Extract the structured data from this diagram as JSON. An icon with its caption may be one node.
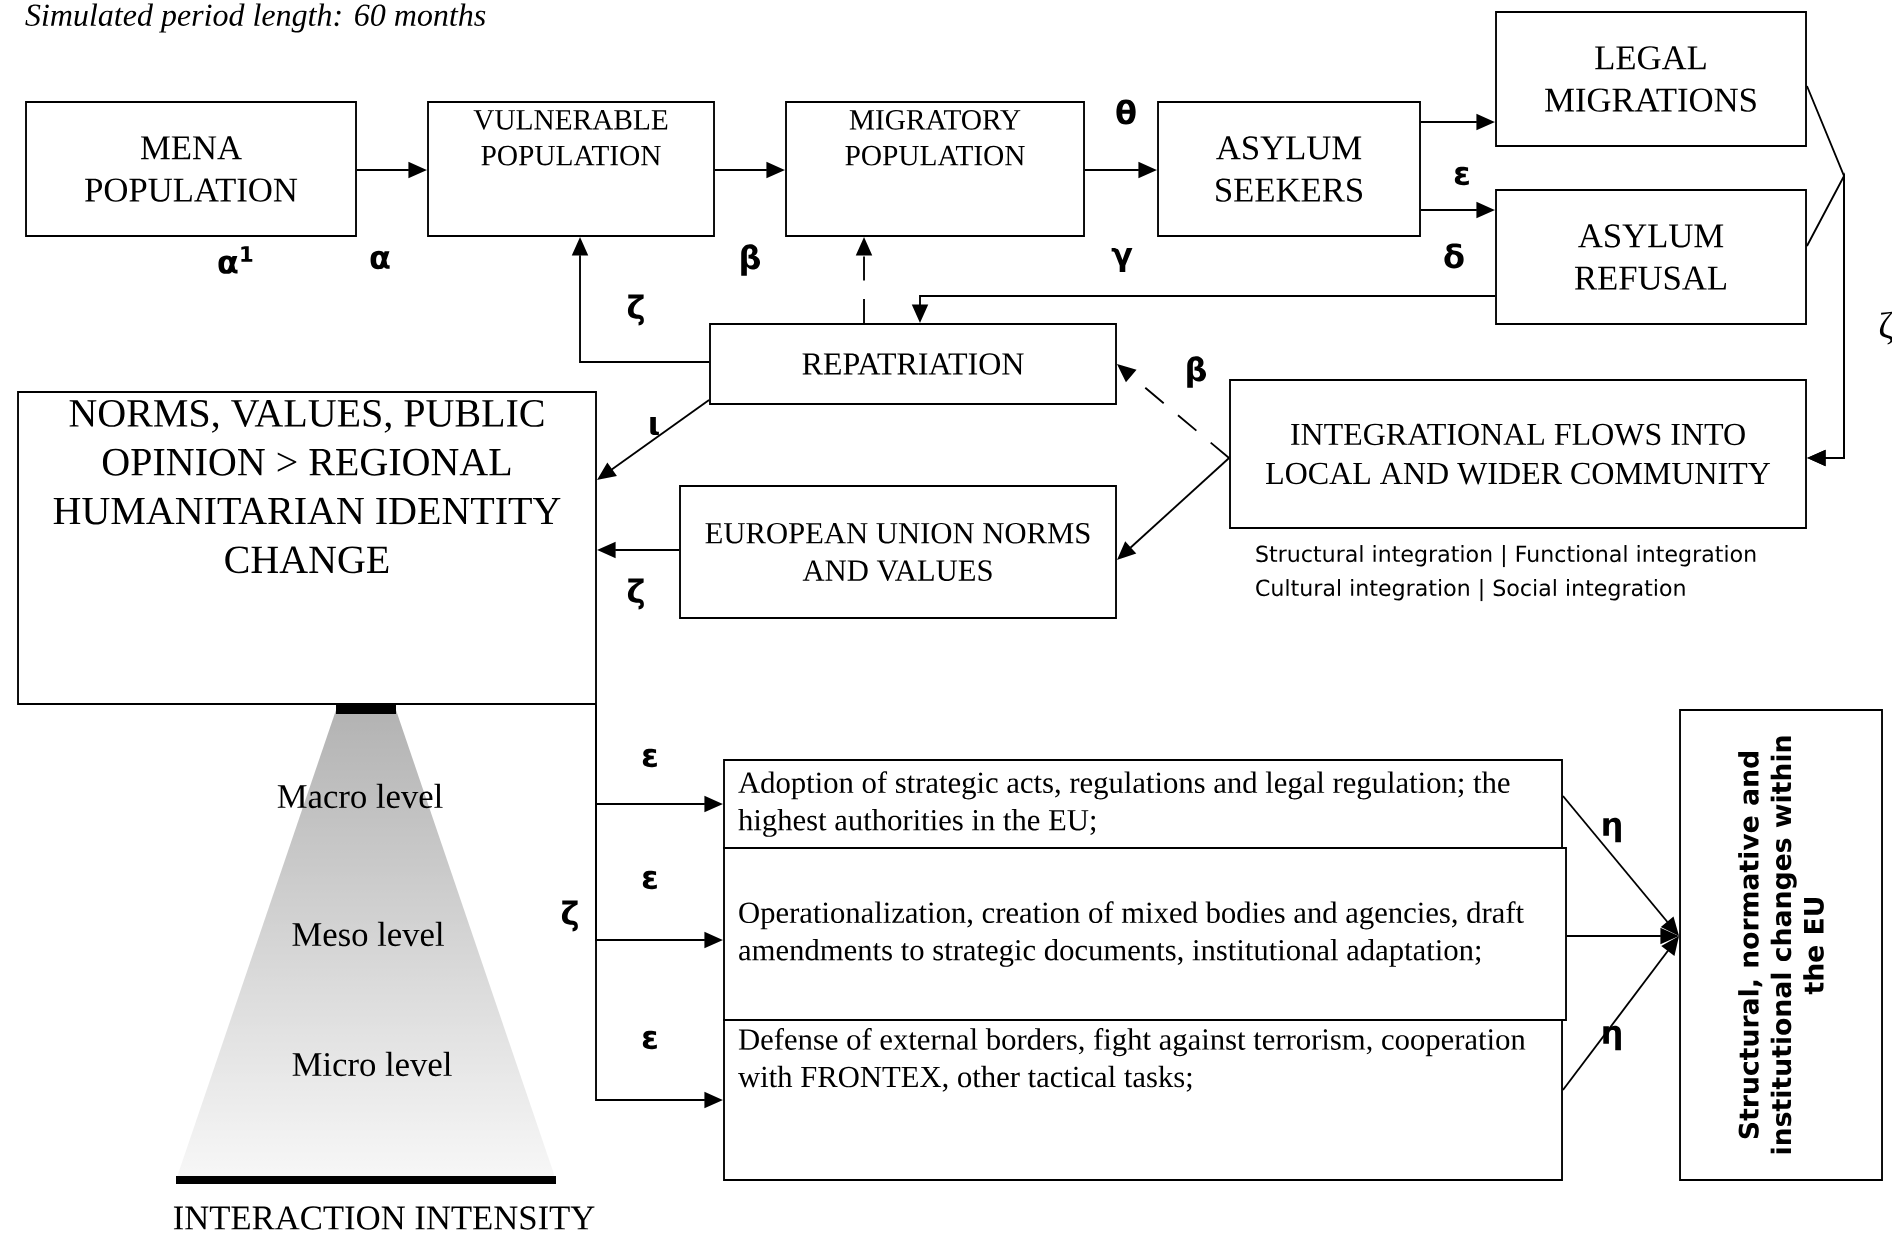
{
  "diagram": {
    "title": "Simulated period length: 60 months",
    "nodes": [
      {
        "text": [
          "MENA POPULATION"
        ]
      },
      {
        "text": [
          "VULNERABLE POPULATION"
        ]
      },
      {
        "text": [
          "MIGRATORY POPULATION"
        ]
      },
      {
        "text": [
          "ASYLUM SEEKERS"
        ]
      },
      {
        "text": [
          "LEGAL MIGRATIONS"
        ]
      },
      {
        "text": [
          "ASYLUM REFUSAL"
        ]
      },
      {
        "text": [
          "REPATRIATION"
        ]
      },
      {
        "text": [
          "NORMS, VALUES, PUBLIC OPINION > REGIONAL HUMANITARIAN IDENTITY CHANGE"
        ]
      },
      {
        "text": [
          "INTEGRATIONAL FLOWS INTO LOCAL AND WIDER COMMUNITY"
        ],
        "beside": [
          "Structural integration | Functional integration",
          "Cultural integration | Social integration"
        ]
      },
      {
        "text": [
          "EUROPEAN UNION NORMS AND VALUES"
        ]
      },
      {
        "text": [
          "Adoption of strategic acts, regulations and legal regulation; the highest authorities in the EU;"
        ]
      },
      {
        "text": [
          "Operationalization, creation of mixed bodies and agencies, draft amendments to strategic documents, institutional adaptation;"
        ]
      },
      {
        "text": [
          "Defense of external borders, fight against terrorism, cooperation with FRONTEX, other tactical tasks;"
        ]
      },
      {
        "text": [
          "Structural, normative and institutional changes within the EU"
        ]
      }
    ],
    "edges": [
      {
        "from": 0,
        "to": 1,
        "arrow": "to"
      },
      {
        "from": 1,
        "to": 2,
        "arrow": "to"
      },
      {
        "from": 2,
        "to": 3,
        "arrow": "to"
      },
      {
        "from": 3,
        "to": 4,
        "arrow": "to"
      },
      {
        "from": 3,
        "to": 5,
        "arrow": "to"
      },
      {
        "from": 5,
        "to": 6,
        "arrow": "to"
      },
      {
        "from": 6,
        "to": 1,
        "arrow": "to"
      },
      {
        "from": 6,
        "to": 2,
        "arrow": "to",
        "style": "dashed"
      },
      {
        "from": 4,
        "to": 8,
        "arrow": "to"
      },
      {
        "from": 5,
        "to": 8,
        "arrow": "to"
      },
      {
        "from": 8,
        "to": 6,
        "arrow": "to",
        "style": "dashed"
      },
      {
        "from": 8,
        "to": 9,
        "arrow": "to"
      },
      {
        "from": 6,
        "to": 7,
        "arrow": "to"
      },
      {
        "from": 9,
        "to": 7,
        "arrow": "to"
      },
      {
        "from": 7,
        "to": 10,
        "arrow": "to"
      },
      {
        "from": 7,
        "to": 11,
        "arrow": "to"
      },
      {
        "from": 7,
        "to": 12,
        "arrow": "to"
      },
      {
        "from": 10,
        "to": 13,
        "arrow": "to"
      },
      {
        "from": 11,
        "to": 13,
        "arrow": "to"
      },
      {
        "from": 12,
        "to": 13,
        "arrow": "to"
      }
    ],
    "labels": [
      "θ",
      "ε",
      "α$^{1}$",
      "α",
      "β",
      "γ",
      "δ",
      "ζ",
      "ζ",
      "β",
      "ι",
      "ζ",
      "ε",
      "Macro level",
      "ε",
      "ζ",
      "Meso level",
      "ε",
      "Micro level",
      "η",
      "η",
      "INTERACTION INTENSITY"
    ]
  }
}
